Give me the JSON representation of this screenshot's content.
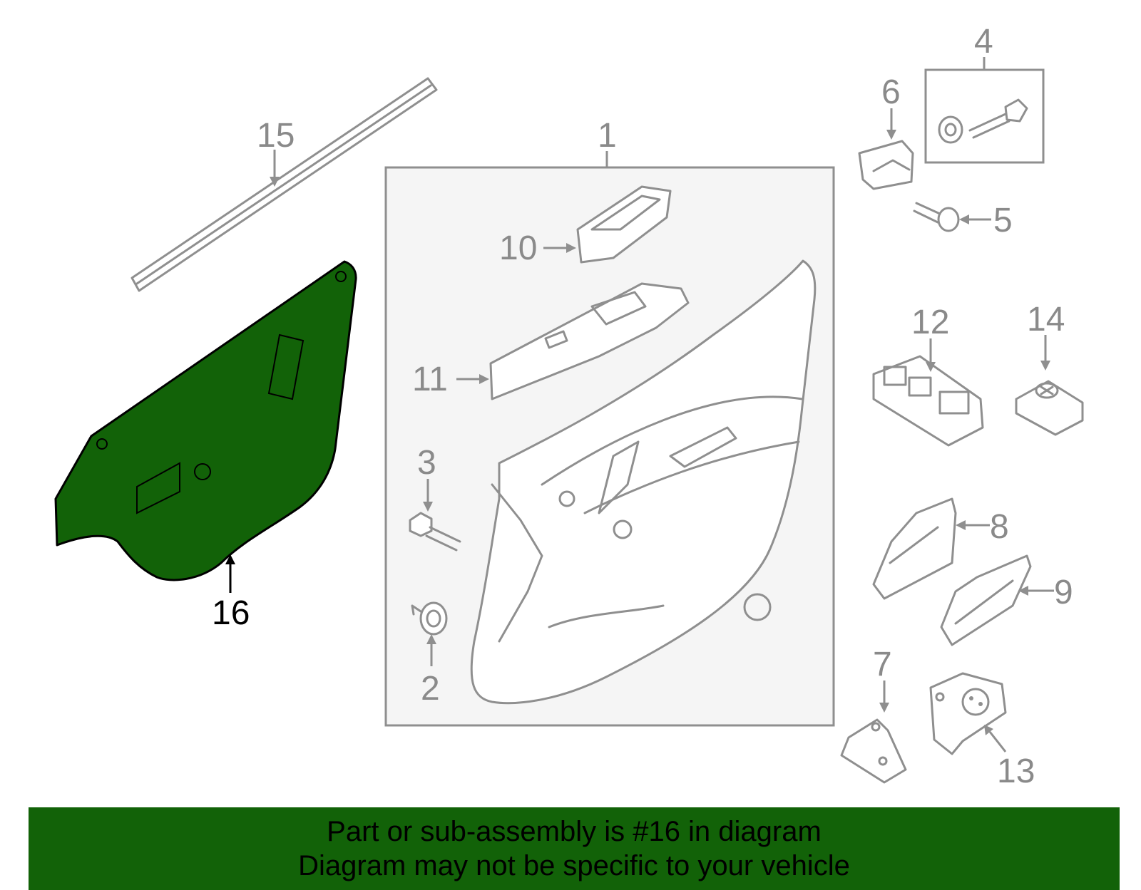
{
  "diagram": {
    "highlight_color": "#126208",
    "outline_color": "#8f8f8f",
    "callouts": [
      "1",
      "2",
      "3",
      "4",
      "5",
      "6",
      "7",
      "8",
      "9",
      "10",
      "11",
      "12",
      "13",
      "14",
      "15"
    ],
    "highlighted_callout": "16"
  },
  "banner": {
    "line1": "Part or sub-assembly is #16 in diagram",
    "line2": "Diagram may not be specific to your vehicle",
    "background": "#126208"
  }
}
